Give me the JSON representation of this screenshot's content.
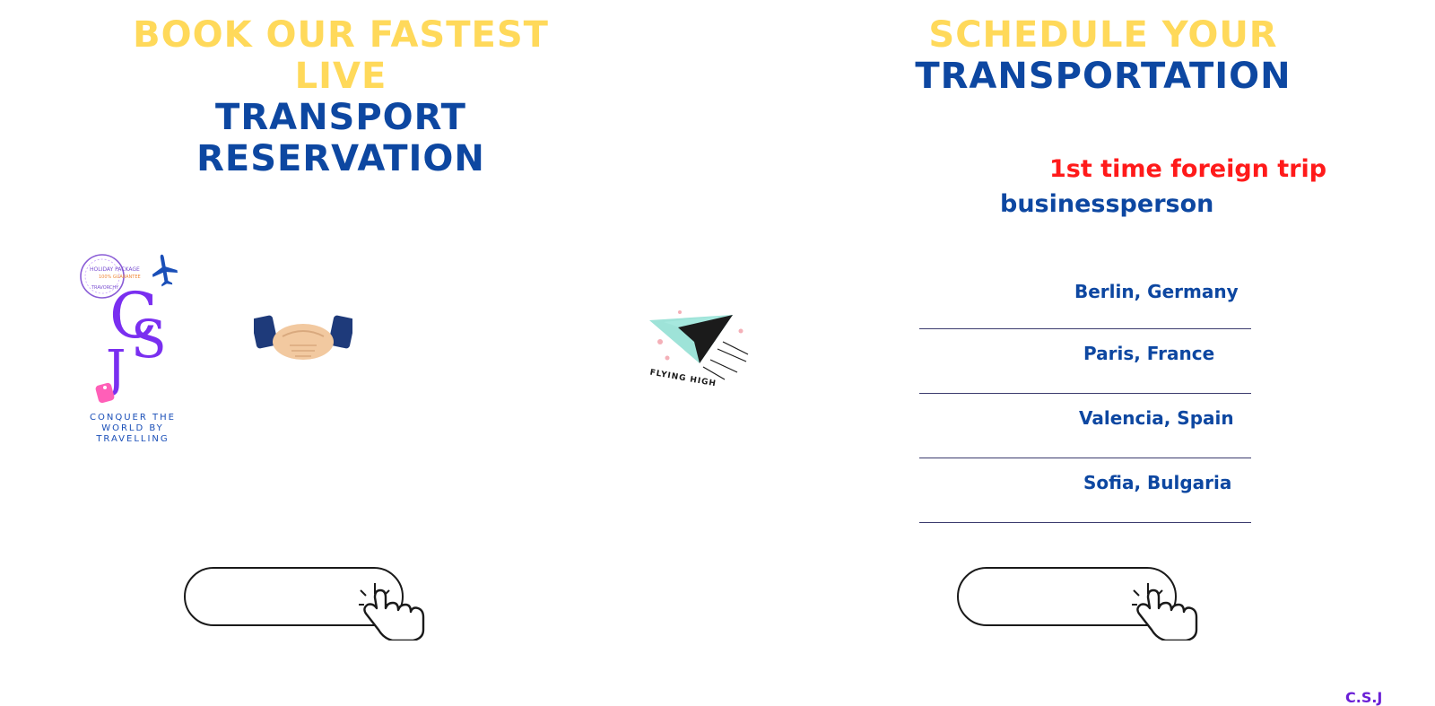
{
  "left": {
    "headline_line1": "BOOK OUR FASTEST LIVE",
    "headline_line2": "TRANSPORT RESERVATION",
    "logo": {
      "monogram": "CSJ",
      "stamp_top": "HOLIDAY PACKAGE",
      "stamp_mid": "100% GUARANTEE",
      "stamp_bottom": "TRAVORCHY",
      "tagline": "CONQUER THE WORLD BY TRAVELLING"
    }
  },
  "center": {
    "sticker_text": "FLYING HIGH"
  },
  "right": {
    "headline_line1": "SCHEDULE YOUR",
    "headline_line2": "TRANSPORTATION",
    "highlight": "1st time foreign trip",
    "subtitle": "businessperson",
    "destinations": [
      "Berlin, Germany",
      "Paris, France",
      "Valencia, Spain",
      "Sofia, Bulgaria"
    ]
  },
  "footer": {
    "brand": "C.S.J"
  },
  "colors": {
    "yellow": "#ffd95a",
    "blue": "#0d47a1",
    "red": "#ff1a1a",
    "purple": "#6a1fd6"
  }
}
